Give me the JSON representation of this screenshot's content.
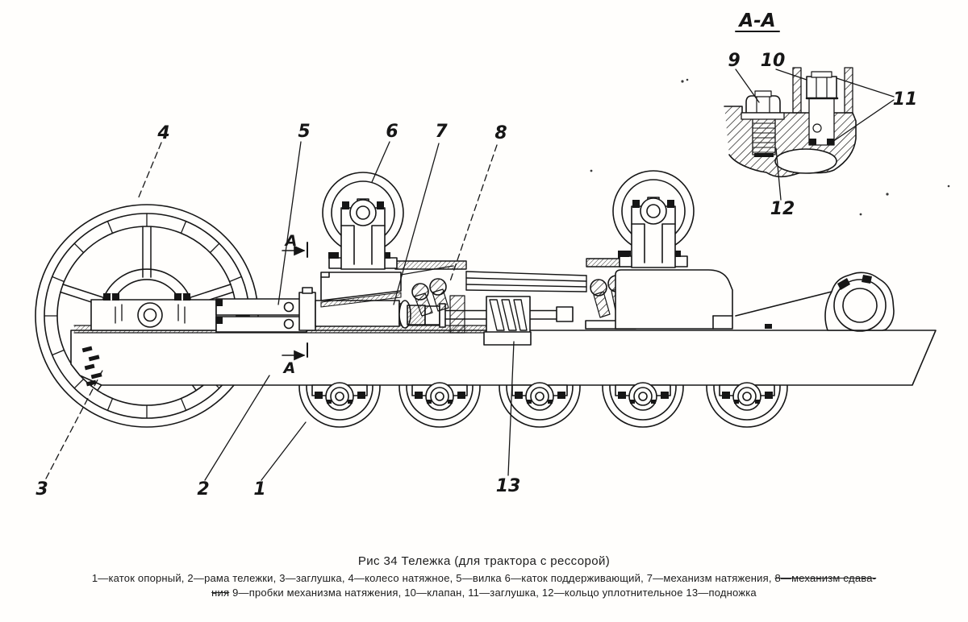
{
  "figure": {
    "caption_title": "Рис 34  Тележка (для трактора с рессорой)",
    "legend": {
      "line1_normal": "1—каток опорный, 2—рама тележки, 3—заглушка, 4—колесо натяжное, 5—вилка  6—каток поддерживающий, 7—механизм натяжения, ",
      "line1_struck": "8—механизм сдава-",
      "line2_struck": "ния",
      "line2_normal": "  9—пробки механизма натяжения, 10—клапан, 11—заглушка, 12—кольцо уплотнительное  13—подножка"
    },
    "parts": [
      {
        "num": "1",
        "name": "каток опорный"
      },
      {
        "num": "2",
        "name": "рама тележки"
      },
      {
        "num": "3",
        "name": "заглушка"
      },
      {
        "num": "4",
        "name": "колесо натяжное"
      },
      {
        "num": "5",
        "name": "вилка"
      },
      {
        "num": "6",
        "name": "каток поддерживающий"
      },
      {
        "num": "7",
        "name": "механизм натяжения"
      },
      {
        "num": "8",
        "name": "механизм сдавания"
      },
      {
        "num": "9",
        "name": "пробки механизма натяжения"
      },
      {
        "num": "10",
        "name": "клапан"
      },
      {
        "num": "11",
        "name": "заглушка"
      },
      {
        "num": "12",
        "name": "кольцо уплотнительное"
      },
      {
        "num": "13",
        "name": "подножка"
      }
    ]
  },
  "drawing": {
    "section_view_title": "А-А",
    "section_mark_upper": "А",
    "section_mark_lower": "А",
    "labels": {
      "l1": "1",
      "l2": "2",
      "l3": "3",
      "l4": "4",
      "l5": "5",
      "l6": "6",
      "l7": "7",
      "l8": "8",
      "l9": "9",
      "l10": "10",
      "l11": "11",
      "l12": "12",
      "l13": "13"
    },
    "line_color": "#161616",
    "background_color": "#fffefc"
  }
}
